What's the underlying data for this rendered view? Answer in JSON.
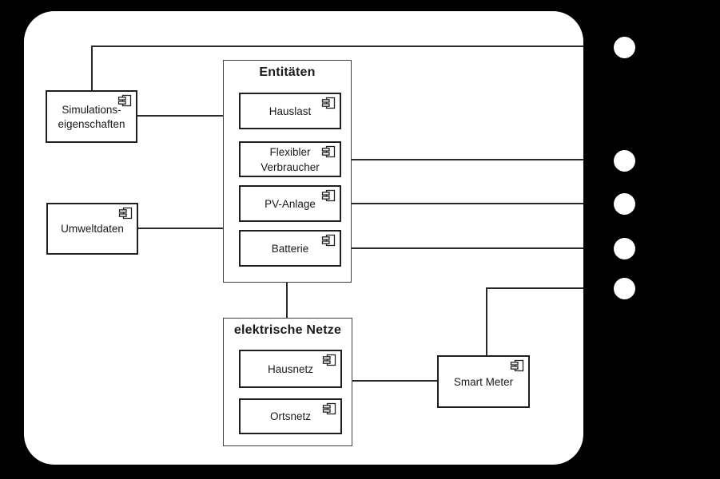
{
  "diagram": {
    "kind": "uml-component-diagram",
    "colors": {
      "background": "#000000",
      "panel": "#ffffff",
      "line": "#2a2a2a",
      "border": "#1f1f1f"
    },
    "groups": {
      "entitaeten": {
        "title": "Entitäten"
      },
      "elektrische_netze": {
        "title": "elektrische Netze"
      }
    },
    "components": {
      "simulationseigenschaften": {
        "label": "Simulations-\neigenschaften"
      },
      "umweltdaten": {
        "label": "Umweltdaten"
      },
      "hauslast": {
        "label": "Hauslast"
      },
      "flexibler_verbraucher": {
        "label": "Flexibler\nVerbraucher"
      },
      "pv_anlage": {
        "label": "PV-Anlage"
      },
      "batterie": {
        "label": "Batterie"
      },
      "hausnetz": {
        "label": "Hausnetz"
      },
      "ortsnetz": {
        "label": "Ortsnetz"
      },
      "smart_meter": {
        "label": "Smart Meter"
      }
    },
    "interfaces": {
      "style": "lollipop-circle",
      "count": 5
    }
  }
}
